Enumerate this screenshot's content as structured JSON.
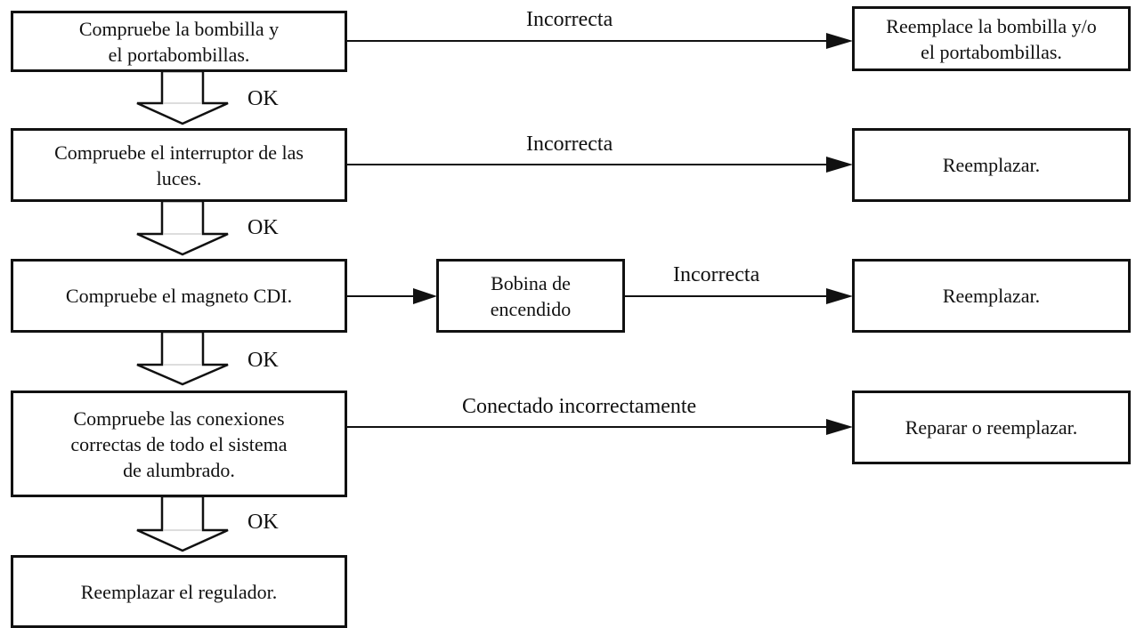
{
  "steps": [
    {
      "text": "Compruebe la bombilla y\nel portabombillas."
    },
    {
      "text": "Compruebe el interruptor de las\nluces."
    },
    {
      "text": "Compruebe el magneto CDI."
    },
    {
      "text": "Compruebe las conexiones\ncorrectas de todo el sistema\nde alumbrado."
    },
    {
      "text": "Reemplazar el regulador."
    }
  ],
  "intermediate": {
    "text": "Bobina de\nencendido"
  },
  "actions": [
    {
      "text": "Reemplace la bombilla y/o\nel portabombillas."
    },
    {
      "text": "Reemplazar."
    },
    {
      "text": "Reemplazar."
    },
    {
      "text": "Reparar o reemplazar."
    }
  ],
  "branch_labels": [
    "Incorrecta",
    "Incorrecta",
    "Incorrecta",
    "Conectado incorrectamente"
  ],
  "ok_labels": [
    "OK",
    "OK",
    "OK",
    "OK"
  ]
}
